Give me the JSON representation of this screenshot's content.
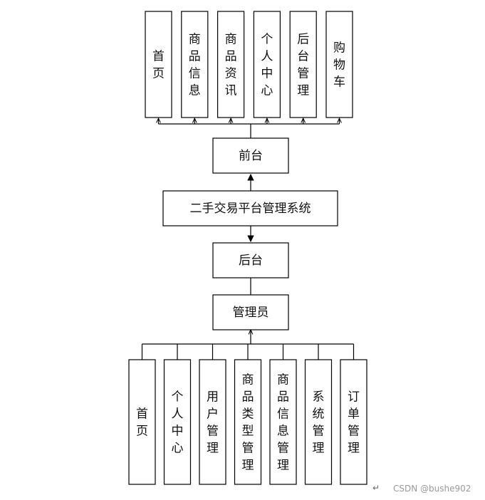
{
  "diagram": {
    "root": {
      "label": "二手交易平台管理系统"
    },
    "frontend": {
      "label": "前台",
      "modules": [
        "首页",
        "商品信息",
        "商品资讯",
        "个人中心",
        "后台管理",
        "购物车"
      ]
    },
    "backend": {
      "label": "后台",
      "role": "管理员",
      "modules": [
        "首页",
        "个人中心",
        "用户管理",
        "商品类型管理",
        "商品信息管理",
        "系统管理",
        "订单管理"
      ]
    }
  },
  "footer": {
    "return_mark": "↵",
    "watermark": "CSDN @bushe902"
  }
}
